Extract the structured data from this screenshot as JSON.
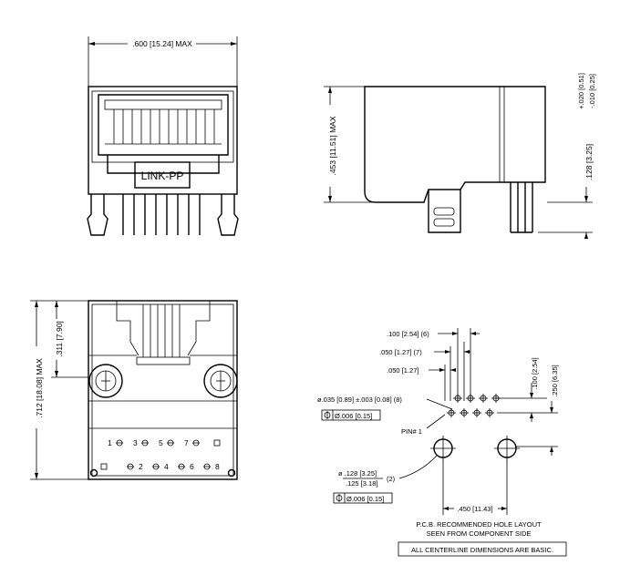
{
  "front_view": {
    "width_dim": ".600 [15.24] MAX",
    "brand_label": "LINK-PP"
  },
  "side_view": {
    "height_dim": ".453 [11.51] MAX",
    "pin_dim": ".128 [3.25]",
    "tol_plus": "+.020 [0.51]",
    "tol_minus": "-.010 [0.25]"
  },
  "bottom_view": {
    "height_dim": ".712 [18.08] MAX",
    "post_dim": ".311 [7.90]",
    "pin_numbers_top": [
      "1",
      "3",
      "5",
      "7"
    ],
    "pin_numbers_bottom": [
      "2",
      "4",
      "6",
      "8"
    ]
  },
  "pcb_layout": {
    "pitch_label": ".100 [2.54] (6)",
    "half_pitch_label": ".050 [1.27] (7)",
    "offset_label": ".050 [1.27]",
    "row_pitch_label": ".100 [2.54]",
    "row_offset_label": ".250 [6.35]",
    "pin_hole_label": "ø.035 [0.89] ±.003 [0.08] (8)",
    "pin_hole_tol": "Ø.006 [0.15]",
    "pin1_label": "PIN# 1",
    "mount_hole_a": "ø .128 [3.25]",
    "mount_hole_b": ".125 [3.18]",
    "mount_hole_count": "(2)",
    "mount_hole_tol": "Ø.006 [0.15]",
    "mount_spacing": ".450 [11.43]",
    "caption_line1": "P.C.B. RECOMMENDED HOLE LAYOUT",
    "caption_line2": "SEEN FROM COMPONENT SIDE",
    "note": "ALL CENTERLINE DIMENSIONS ARE BASIC."
  }
}
